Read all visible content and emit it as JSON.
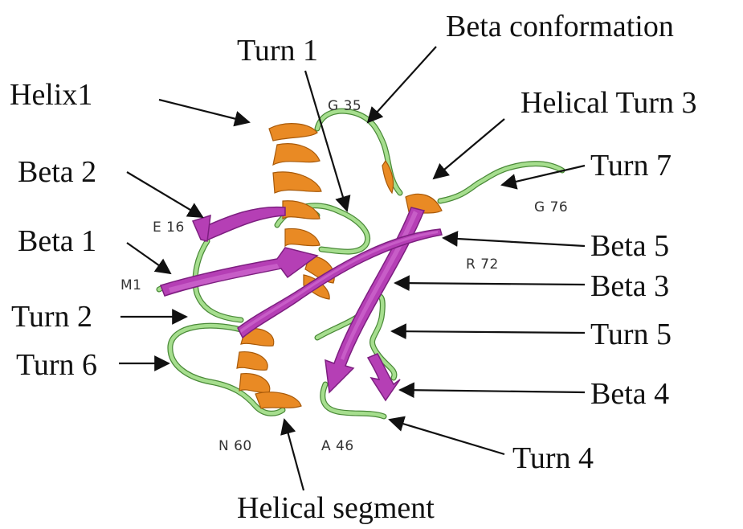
{
  "labels": {
    "beta_conformation": "Beta conformation",
    "turn_1": "Turn 1",
    "helix1": "Helix1",
    "helical_turn_3": "Helical Turn 3",
    "turn_7": "Turn 7",
    "beta_2": "Beta 2",
    "beta_1": "Beta 1",
    "beta_5": "Beta 5",
    "beta_3": "Beta 3",
    "turn_2": "Turn 2",
    "turn_5": "Turn 5",
    "turn_6": "Turn 6",
    "beta_4": "Beta 4",
    "turn_4": "Turn 4",
    "helical_segment": "Helical segment"
  },
  "residues": {
    "g35": "G 35",
    "e16": "E 16",
    "g76": "G 76",
    "m1": "M1",
    "r72": "R 72",
    "n60": "N 60",
    "a46": "A 46"
  },
  "colors": {
    "beta_strand": "#b53fb5",
    "helix": "#e98a24",
    "coil": "#a6de8e",
    "text": "#111111"
  }
}
